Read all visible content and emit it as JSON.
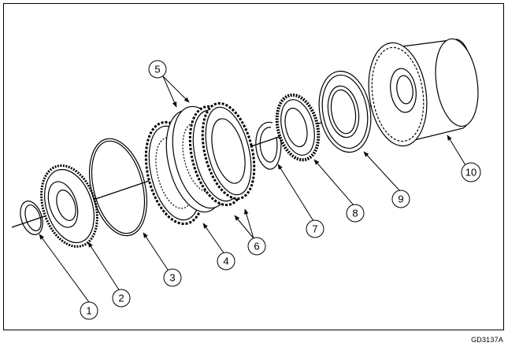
{
  "figure": {
    "id": "GD3137A"
  },
  "callouts": [
    {
      "label": "1"
    },
    {
      "label": "2"
    },
    {
      "label": "3"
    },
    {
      "label": "4"
    },
    {
      "label": "5"
    },
    {
      "label": "6"
    },
    {
      "label": "7"
    },
    {
      "label": "8"
    },
    {
      "label": "9"
    },
    {
      "label": "10"
    }
  ],
  "colors": {
    "line": "#000000",
    "background": "#ffffff"
  }
}
